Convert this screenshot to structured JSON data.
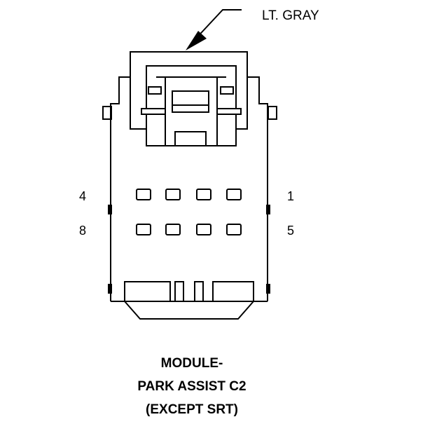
{
  "color_label": "LT. GRAY",
  "pins": {
    "top_left": "4",
    "top_right": "1",
    "bottom_left": "8",
    "bottom_right": "5"
  },
  "title": [
    "MODULE-",
    "PARK ASSIST C2",
    "(EXCEPT SRT)"
  ],
  "cavity_rows": [
    {
      "row": "top",
      "count": 4
    },
    {
      "row": "bottom",
      "count": 4
    }
  ]
}
